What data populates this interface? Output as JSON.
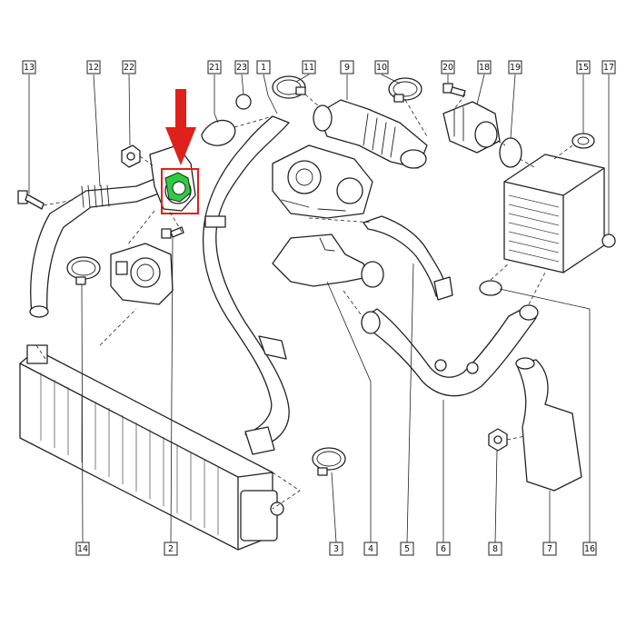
{
  "diagram": {
    "highlight_color": "#2ecc40",
    "arrow_color": "#e0201b",
    "callouts": [
      {
        "id": "13",
        "text": "13"
      },
      {
        "id": "12",
        "text": "12"
      },
      {
        "id": "22",
        "text": "22"
      },
      {
        "id": "21",
        "text": "21"
      },
      {
        "id": "23",
        "text": "23"
      },
      {
        "id": "1",
        "text": "1"
      },
      {
        "id": "11",
        "text": "11"
      },
      {
        "id": "9",
        "text": "9"
      },
      {
        "id": "10",
        "text": "10"
      },
      {
        "id": "20",
        "text": "20"
      },
      {
        "id": "18",
        "text": "18"
      },
      {
        "id": "19",
        "text": "19"
      },
      {
        "id": "15",
        "text": "15"
      },
      {
        "id": "17",
        "text": "17"
      },
      {
        "id": "14",
        "text": "14"
      },
      {
        "id": "2",
        "text": "2"
      },
      {
        "id": "3",
        "text": "3"
      },
      {
        "id": "4",
        "text": "4"
      },
      {
        "id": "5",
        "text": "5"
      },
      {
        "id": "6",
        "text": "6"
      },
      {
        "id": "8",
        "text": "8"
      },
      {
        "id": "7",
        "text": "7"
      },
      {
        "id": "16",
        "text": "16"
      }
    ]
  }
}
